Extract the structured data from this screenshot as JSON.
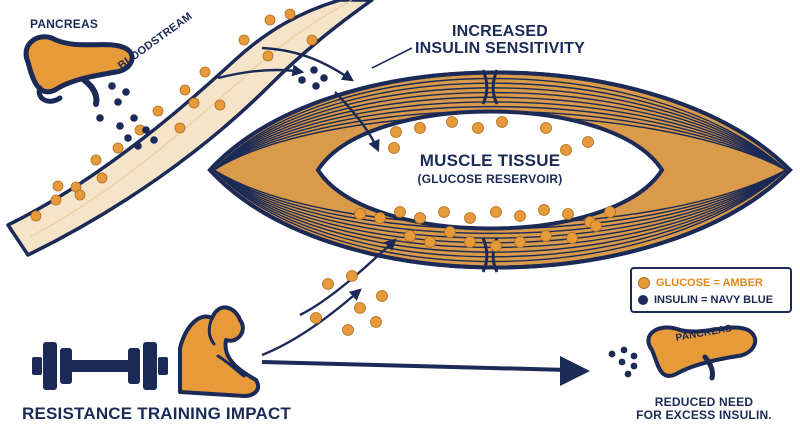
{
  "labels": {
    "pancreas_top": "PANCREAS",
    "bloodstream": "BLOODSTREAM",
    "increased_line1": "INCREASED",
    "increased_line2": "INSULIN SENSITIVITY",
    "muscle_title": "MUSCLE TISSUE",
    "muscle_subtitle": "(GLUCOSE RESERVOIR)",
    "pancreas_bottom": "PANCREAS",
    "reduced_line1": "REDUCED NEED",
    "reduced_line2": "FOR EXCESS INSULIN.",
    "resistance": "RESISTANCE TRAINING IMPACT"
  },
  "legend": {
    "glucose": "GLUCOSE = AMBER",
    "insulin": "INSULIN = NAVY BLUE"
  },
  "colors": {
    "glucose": "#e69a3a",
    "insulin": "#1b2a56",
    "muscle_fill": "#d99b4a",
    "outline": "#1b2a56"
  },
  "icons": {
    "pancreas": "pancreas-icon",
    "dumbbell": "dumbbell-icon",
    "arm": "flexed-arm-icon"
  }
}
